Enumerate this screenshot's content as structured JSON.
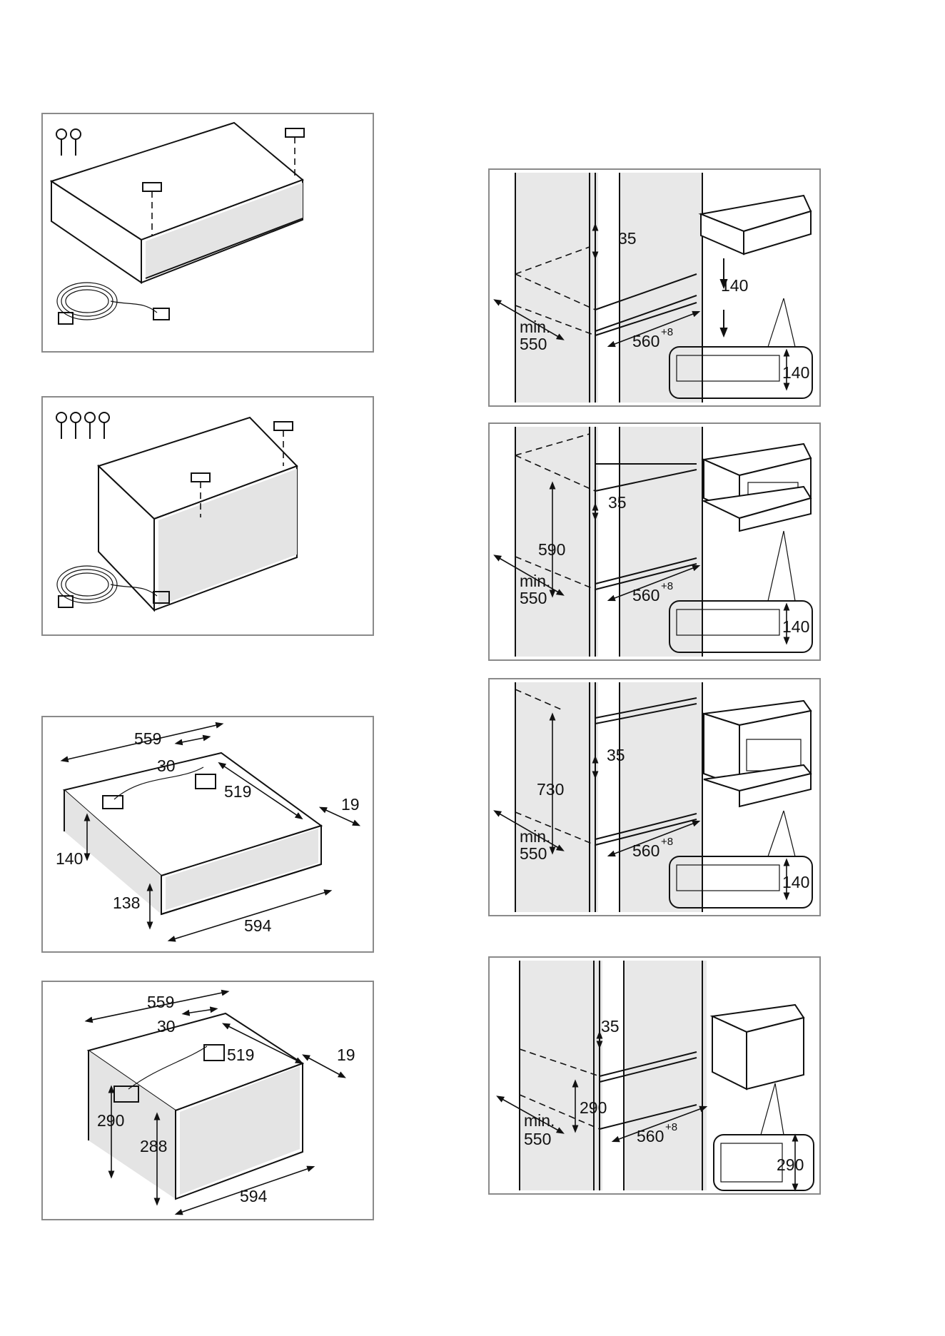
{
  "figures": {
    "drawer_140_box": {},
    "drawer_290_box": {},
    "drawer_140_dimensions": {
      "depth": "559",
      "panel_offset": "30",
      "inner_depth": "519",
      "front_thickness": "19",
      "height": "140",
      "front_height": "138",
      "width": "594"
    },
    "drawer_290_dimensions": {
      "depth": "559",
      "panel_offset": "30",
      "inner_depth": "519",
      "front_thickness": "19",
      "height": "290",
      "front_height": "288",
      "width": "594"
    },
    "niche_140_alone": {
      "gap": "35",
      "height": "140",
      "depth_min": "min.",
      "depth": "550",
      "width": "560",
      "width_tol": "+8",
      "front_height": "140"
    },
    "niche_140_compact_oven": {
      "gap": "35",
      "height": "590",
      "depth_min": "min.",
      "depth": "550",
      "width": "560",
      "width_tol": "+8",
      "front_height": "140"
    },
    "niche_140_oven": {
      "gap": "35",
      "height": "730",
      "depth_min": "min.",
      "depth": "550",
      "width": "560",
      "width_tol": "+8",
      "front_height": "140"
    },
    "niche_290_alone": {
      "gap": "35",
      "height": "290",
      "depth_min": "min.",
      "depth": "550",
      "width": "560",
      "width_tol": "+8",
      "front_height": "290"
    }
  }
}
